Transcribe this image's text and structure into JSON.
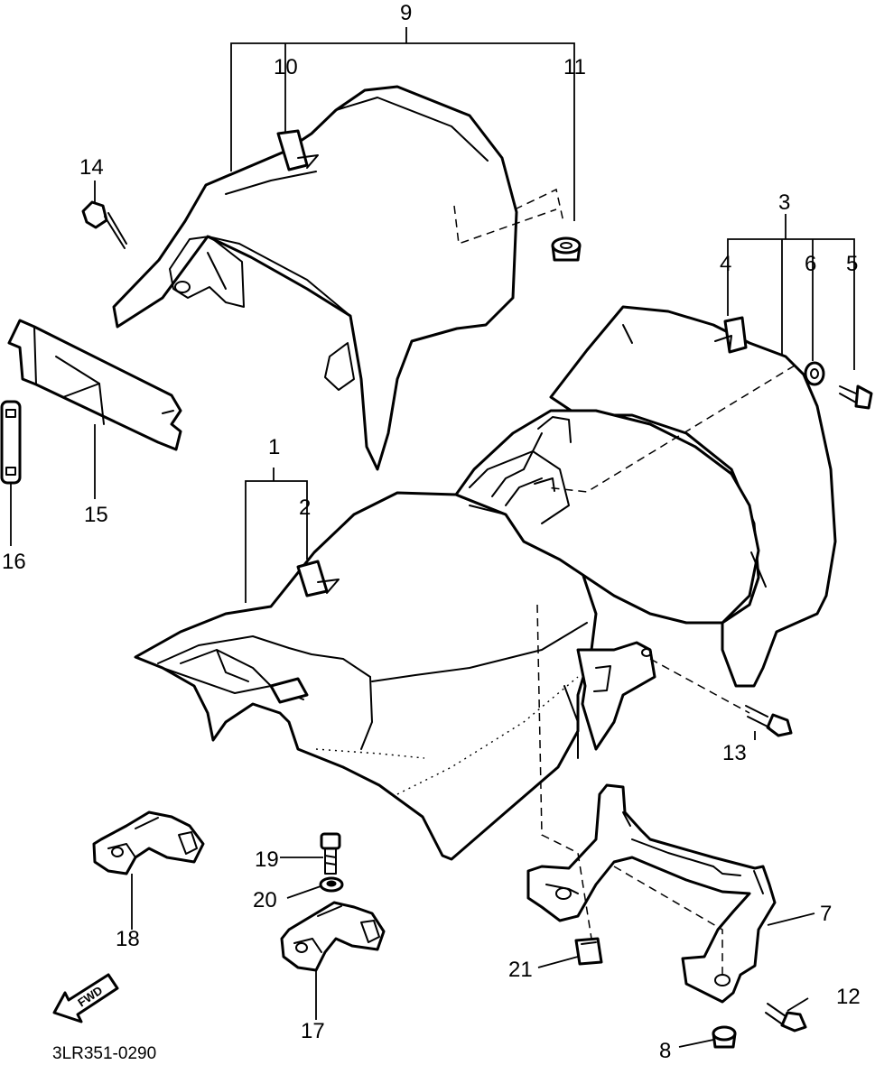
{
  "diagram": {
    "drawing_code": "3LR351-0290",
    "direction_arrow": "FWD",
    "callouts": {
      "p1": "1",
      "p2": "2",
      "p3": "3",
      "p4": "4",
      "p5": "5",
      "p6": "6",
      "p7": "7",
      "p8": "8",
      "p9": "9",
      "p10": "10",
      "p11": "11",
      "p12": "12",
      "p13": "13",
      "p14": "14",
      "p15": "15",
      "p16": "16",
      "p17": "17",
      "p18": "18",
      "p19": "19",
      "p20": "20",
      "p21": "21"
    },
    "icons": {
      "rear_seat": "seat-cover-outline",
      "front_seat": "seat-cover-outline",
      "bracket": "metal-bracket-outline",
      "fasteners": "bolt-outline",
      "direction": "fwd-arrow-icon"
    }
  }
}
